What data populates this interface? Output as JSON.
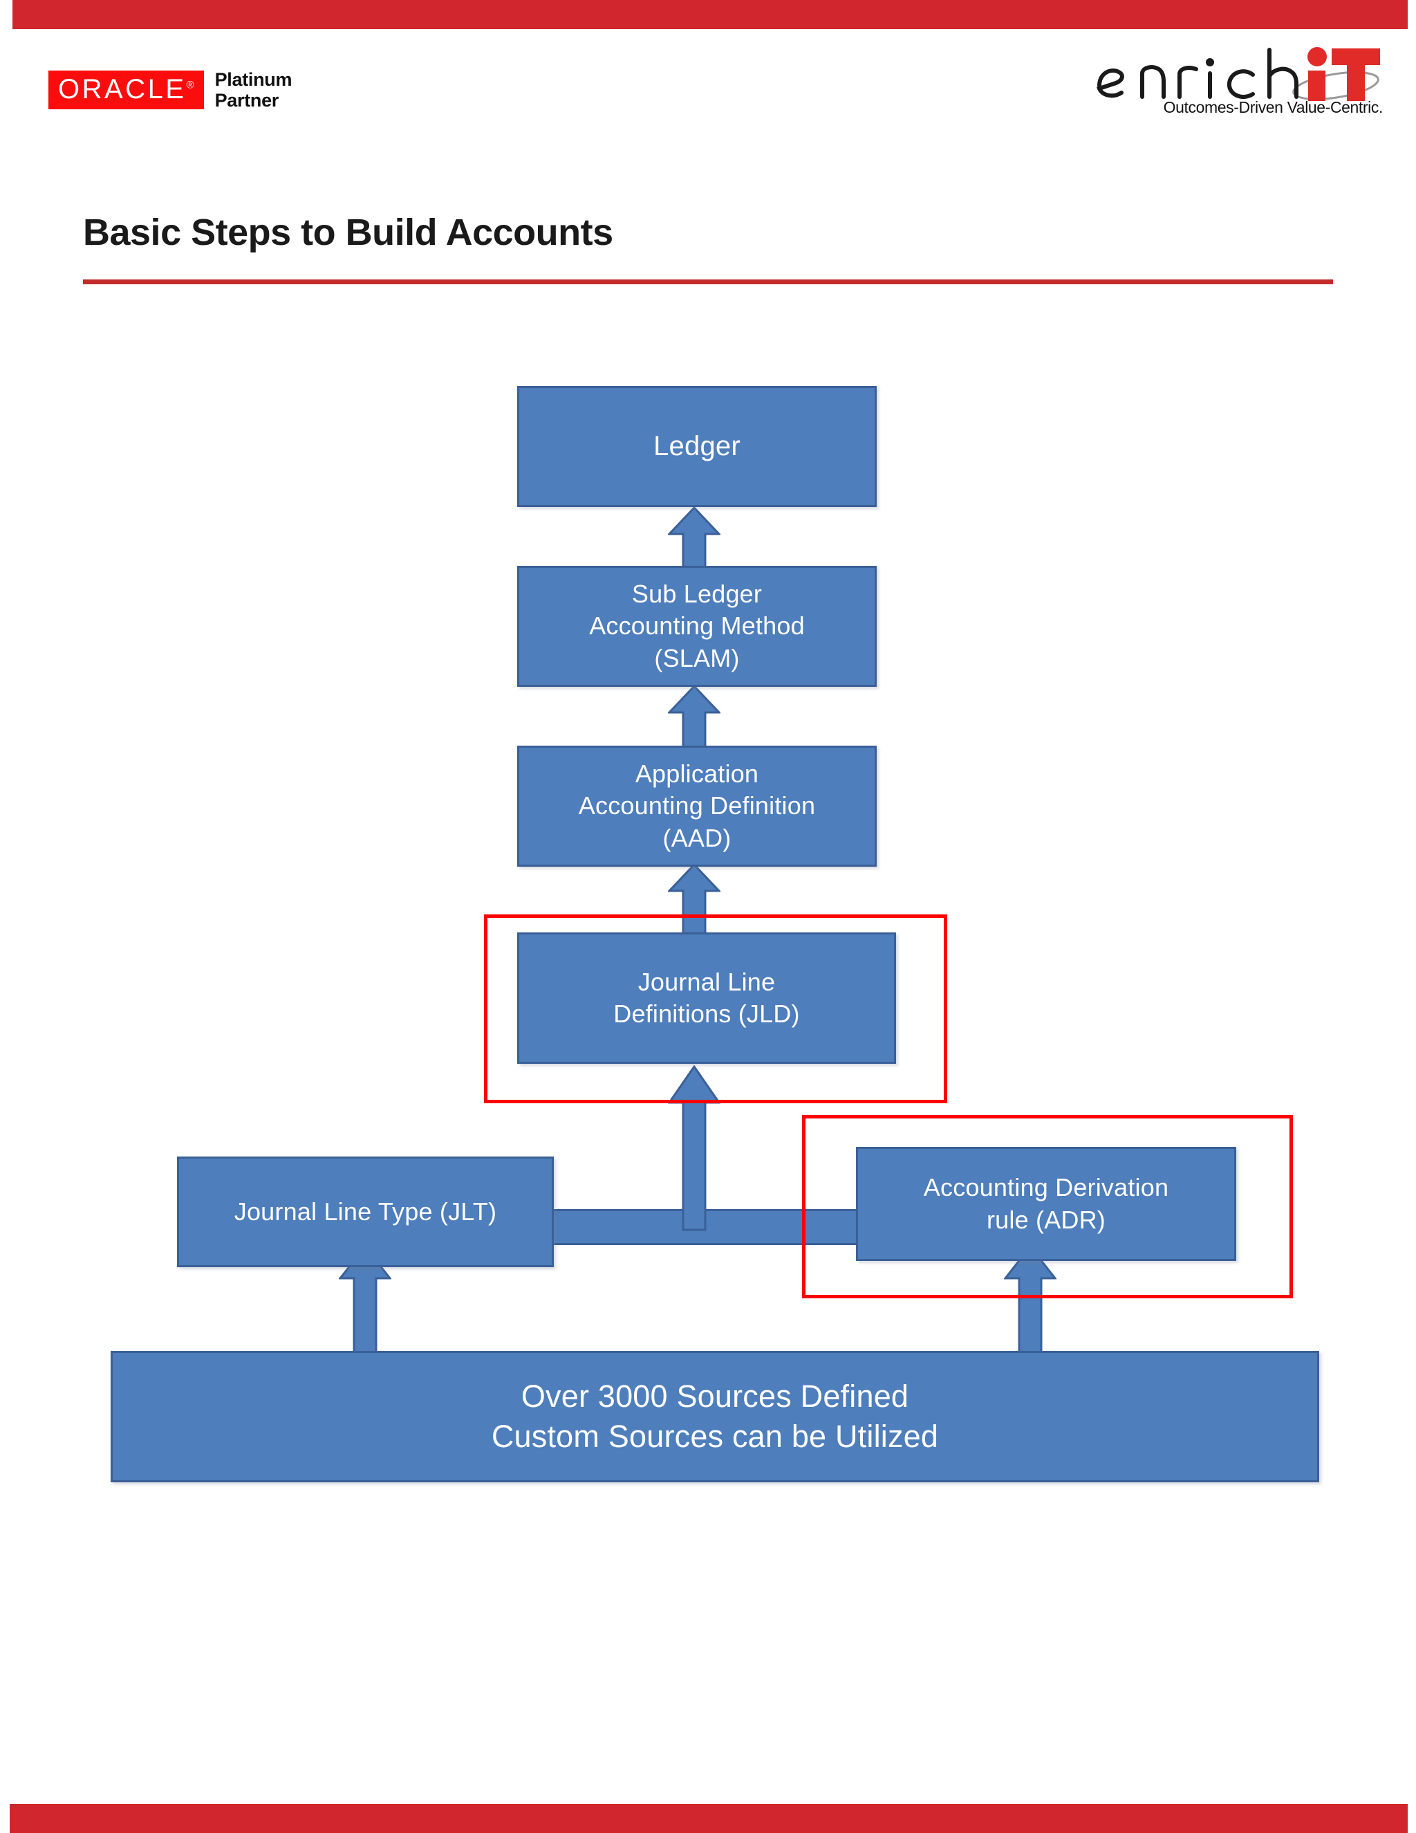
{
  "branding": {
    "oracle": {
      "wordmark": "ORACLE",
      "registered_mark": "®",
      "partner_line_1": "Platinum",
      "partner_line_2": "Partner"
    },
    "enrichit": {
      "wordmark": "enrichiT",
      "tagline": "Outcomes-Driven Value-Centric."
    }
  },
  "slide": {
    "title": "Basic Steps to Build Accounts"
  },
  "colors": {
    "brand_red": "#D2262F",
    "oracle_red": "#FC0D0D",
    "title_rule": "#C32A2C",
    "node_fill": "#4E7EBB",
    "node_border": "#3A6098",
    "highlight": "#FF0000"
  },
  "chart_data": {
    "type": "diagram",
    "title": "Basic Steps to Build Accounts",
    "orientation": "bottom-up",
    "nodes": [
      {
        "id": "ledger",
        "label": "Ledger",
        "lines": [
          "Ledger"
        ]
      },
      {
        "id": "slam",
        "label": "Sub Ledger Accounting Method (SLAM)",
        "lines": [
          "Sub Ledger",
          "Accounting Method",
          "(SLAM)"
        ]
      },
      {
        "id": "aad",
        "label": "Application Accounting Definition (AAD)",
        "lines": [
          "Application",
          "Accounting Definition",
          "(AAD)"
        ]
      },
      {
        "id": "jld",
        "label": "Journal Line Definitions (JLD)",
        "lines": [
          "Journal Line",
          "Definitions (JLD)"
        ],
        "highlighted": true
      },
      {
        "id": "jlt",
        "label": "Journal Line Type (JLT)",
        "lines": [
          "Journal Line Type (JLT)"
        ]
      },
      {
        "id": "adr",
        "label": "Accounting Derivation rule (ADR)",
        "lines": [
          "Accounting Derivation",
          "rule (ADR)"
        ],
        "highlighted": true
      },
      {
        "id": "sources",
        "label": "Over 3000 Sources Defined Custom Sources can be Utilized",
        "lines": [
          "Over 3000 Sources Defined",
          "Custom Sources can be Utilized"
        ]
      }
    ],
    "edges": [
      {
        "from": "slam",
        "to": "ledger",
        "style": "block-arrow-up"
      },
      {
        "from": "aad",
        "to": "slam",
        "style": "block-arrow-up"
      },
      {
        "from": "jld",
        "to": "aad",
        "style": "block-arrow-up"
      },
      {
        "from": "jlt_adr",
        "to": "jld",
        "style": "block-arrow-up"
      },
      {
        "from": "jlt",
        "to": "adr",
        "style": "horizontal-link"
      },
      {
        "from": "sources",
        "to": "jlt",
        "style": "block-arrow-up"
      },
      {
        "from": "sources",
        "to": "adr",
        "style": "block-arrow-up"
      }
    ],
    "highlights": [
      {
        "targets": [
          "jld"
        ],
        "color": "#FF0000",
        "note": "red outline around Journal Line Definitions"
      },
      {
        "targets": [
          "adr"
        ],
        "color": "#FF0000",
        "note": "red outline around Accounting Derivation rule"
      }
    ]
  }
}
